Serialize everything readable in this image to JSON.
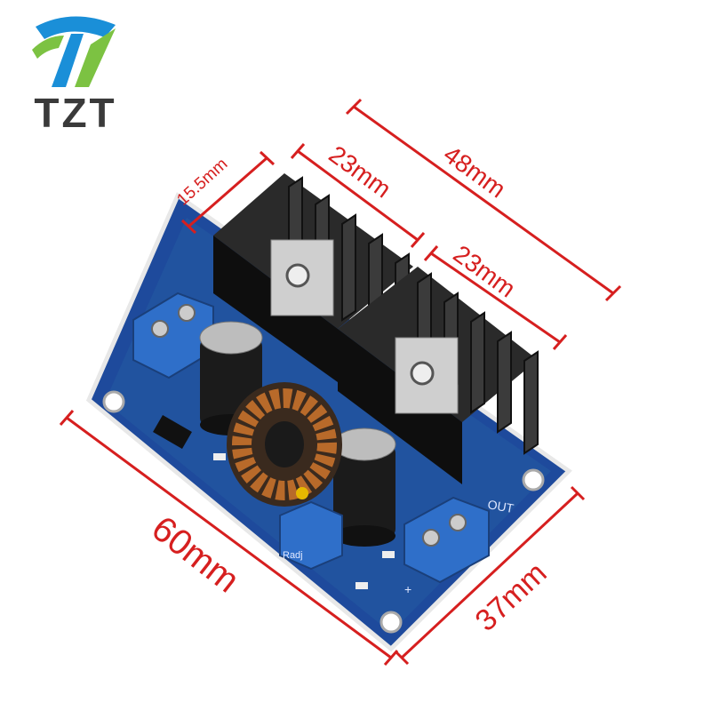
{
  "brand": {
    "name": "TZT",
    "colors": {
      "blue": "#1a8fd8",
      "green": "#7cc242",
      "text": "#3a3a3a"
    }
  },
  "dimensions": {
    "heatsink_depth": "15.5mm",
    "heatsink_width_1": "23mm",
    "heatsink_width_2": "23mm",
    "board_width": "48mm",
    "board_length": "60mm",
    "board_height": "37mm",
    "color": "#d61f1f"
  },
  "board_labels": {
    "output": "OUT",
    "adjust": "Radj",
    "plus": "+"
  },
  "colors": {
    "pcb": "#1e4a9c",
    "heatsink": "#1c1c1c",
    "terminal": "#2f6fc9",
    "copper": "#b86a2a"
  }
}
